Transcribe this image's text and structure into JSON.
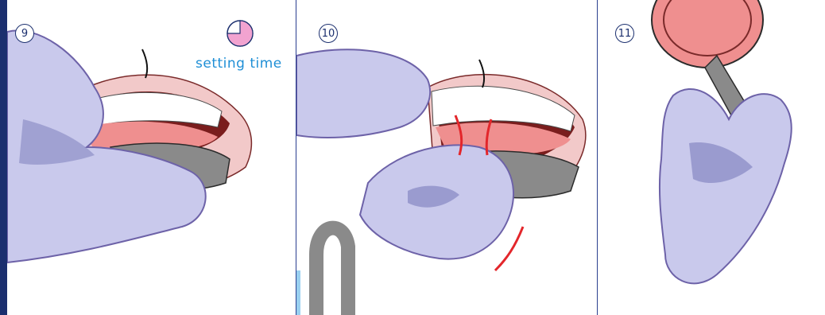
{
  "colors": {
    "frame": "#1b2f6e",
    "divider": "#2a3f8f",
    "accent_text": "#1f8fd6",
    "glove": "#c9c9ec",
    "glove_shadow": "#8f90c8",
    "glove_outline": "#6d62a8",
    "gum": "#ef8f8f",
    "lip": "#f2c9c9",
    "teeth": "#ffffff",
    "tray": "#8a8a8a",
    "arrow": "#e3262b",
    "timer_fill": "#f2a3d0"
  },
  "timer": {
    "fraction_elapsed": 0.75
  },
  "steps": [
    {
      "number": "9",
      "caption": "setting time",
      "icons": [
        "gloved-hand",
        "mouth",
        "impression-tray",
        "timer-icon"
      ]
    },
    {
      "number": "10",
      "icons": [
        "gloved-hand",
        "mouth",
        "impression-tray",
        "red-arrow",
        "faucet"
      ]
    },
    {
      "number": "11",
      "icons": [
        "gloved-hand",
        "impression-tray"
      ]
    }
  ]
}
